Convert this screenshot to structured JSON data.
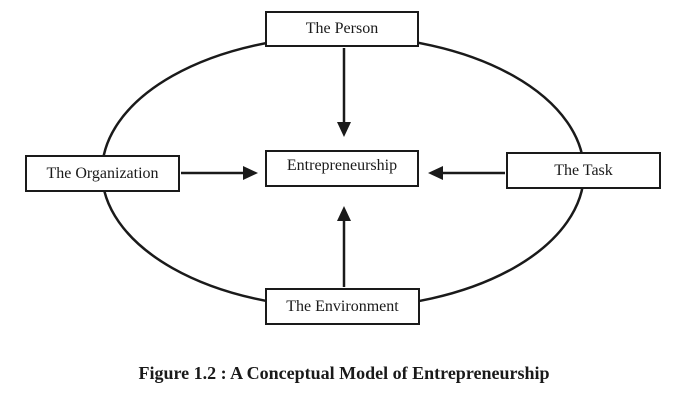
{
  "diagram": {
    "nodes": {
      "person": "The Person",
      "organization": "The Organization",
      "task": "The Task",
      "environment": "The Environment",
      "center": "Entrepreneurship"
    },
    "edges": [
      {
        "from": "person",
        "to": "center"
      },
      {
        "from": "organization",
        "to": "center"
      },
      {
        "from": "task",
        "to": "center"
      },
      {
        "from": "environment",
        "to": "center"
      }
    ]
  },
  "caption": "Figure 1.2 : A Conceptual Model of Entrepreneurship"
}
